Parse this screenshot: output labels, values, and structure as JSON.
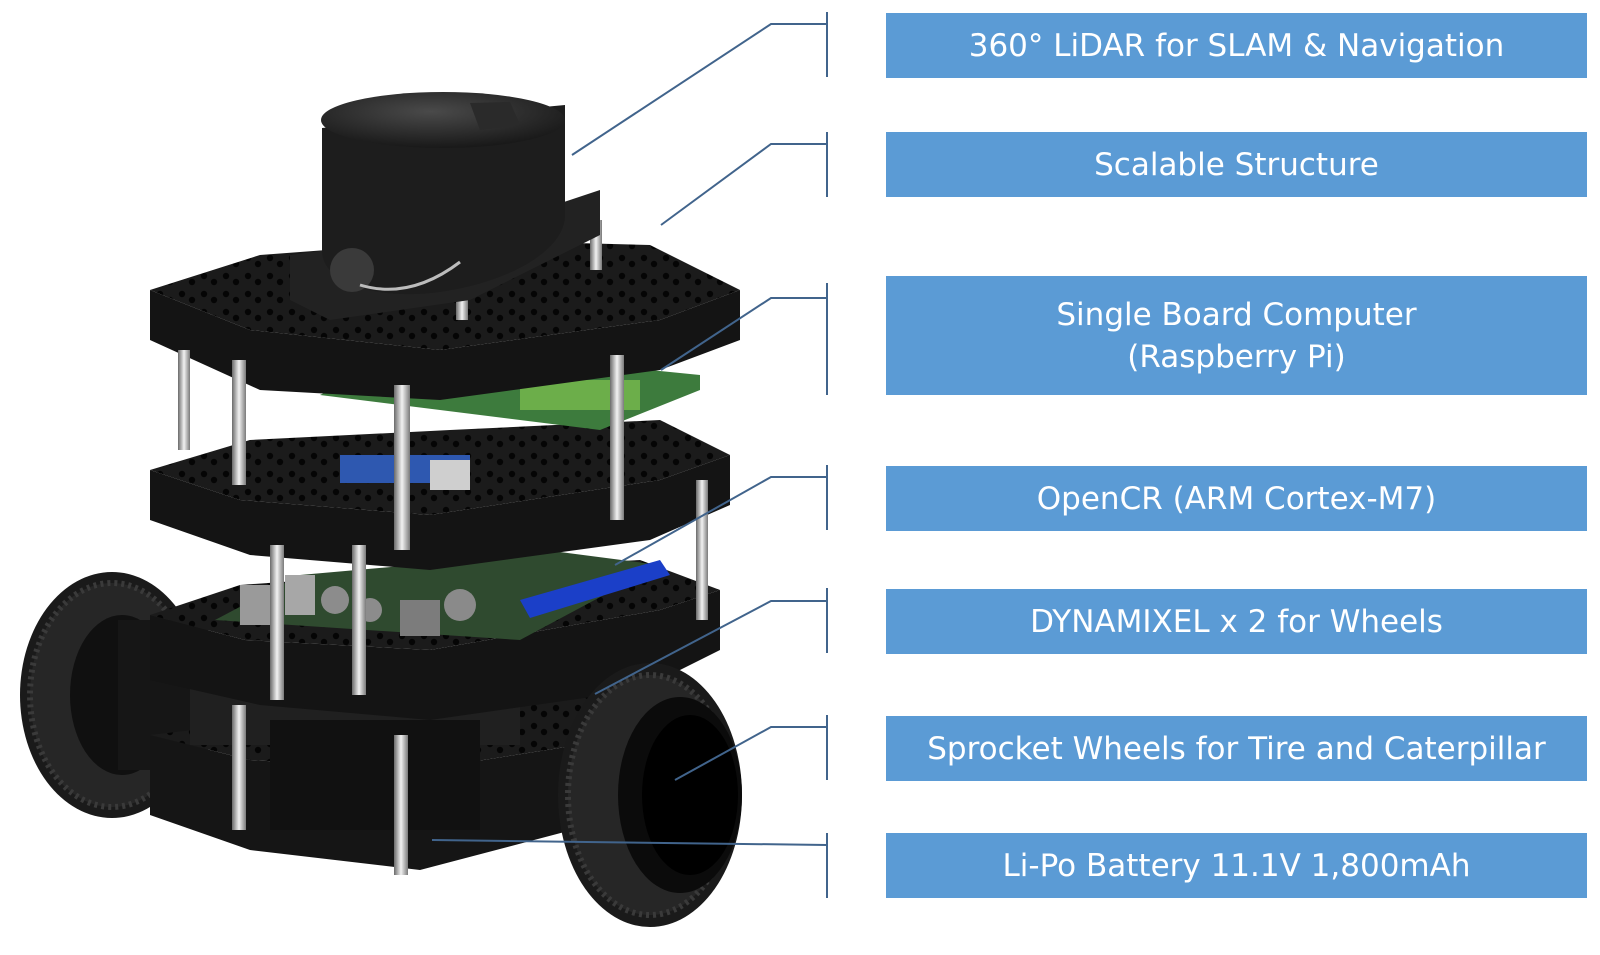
{
  "labels": [
    {
      "id": "lidar",
      "lines": [
        "360° LiDAR for SLAM & Navigation"
      ]
    },
    {
      "id": "structure",
      "lines": [
        "Scalable Structure"
      ]
    },
    {
      "id": "sbc",
      "lines": [
        "Single Board Computer",
        "(Raspberry Pi)"
      ]
    },
    {
      "id": "opencr",
      "lines": [
        "OpenCR (ARM Cortex-M7)"
      ]
    },
    {
      "id": "dynamixel",
      "lines": [
        "DYNAMIXEL x 2 for Wheels"
      ]
    },
    {
      "id": "sprocket",
      "lines": [
        "Sprocket Wheels for Tire and Caterpillar"
      ]
    },
    {
      "id": "battery",
      "lines": [
        "Li-Po Battery 11.1V 1,800mAh"
      ]
    }
  ],
  "colors": {
    "label_bg": "#5b9bd5",
    "label_text": "#ffffff",
    "leader_line": "#41648c"
  }
}
